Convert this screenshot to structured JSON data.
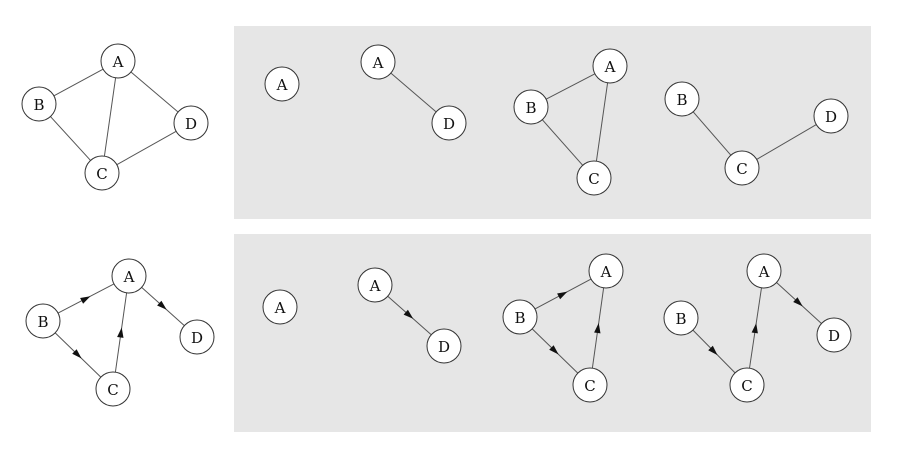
{
  "labels": {
    "A": "A",
    "B": "B",
    "C": "C",
    "D": "D"
  },
  "colors": {
    "panel": "#e6e6e6",
    "stroke": "#333333",
    "arrow": "#111111"
  },
  "undirected": {
    "main": {
      "nodes": [
        "A",
        "B",
        "C",
        "D"
      ],
      "edges": [
        [
          "A",
          "B"
        ],
        [
          "A",
          "C"
        ],
        [
          "A",
          "D"
        ],
        [
          "B",
          "C"
        ],
        [
          "C",
          "D"
        ]
      ]
    },
    "subgraphs": [
      {
        "nodes": [
          "A"
        ],
        "edges": []
      },
      {
        "nodes": [
          "A",
          "D"
        ],
        "edges": [
          [
            "A",
            "D"
          ]
        ]
      },
      {
        "nodes": [
          "A",
          "B",
          "C"
        ],
        "edges": [
          [
            "A",
            "B"
          ],
          [
            "A",
            "C"
          ],
          [
            "B",
            "C"
          ]
        ]
      },
      {
        "nodes": [
          "B",
          "C",
          "D"
        ],
        "edges": [
          [
            "B",
            "C"
          ],
          [
            "C",
            "D"
          ]
        ]
      }
    ]
  },
  "directed": {
    "main": {
      "nodes": [
        "A",
        "B",
        "C",
        "D"
      ],
      "edges": [
        [
          "B",
          "A"
        ],
        [
          "A",
          "D"
        ],
        [
          "B",
          "C"
        ],
        [
          "C",
          "A"
        ]
      ]
    },
    "subgraphs": [
      {
        "nodes": [
          "A"
        ],
        "edges": []
      },
      {
        "nodes": [
          "A",
          "D"
        ],
        "edges": [
          [
            "A",
            "D"
          ]
        ]
      },
      {
        "nodes": [
          "A",
          "B",
          "C"
        ],
        "edges": [
          [
            "B",
            "A"
          ],
          [
            "B",
            "C"
          ],
          [
            "C",
            "A"
          ]
        ]
      },
      {
        "nodes": [
          "A",
          "B",
          "C",
          "D"
        ],
        "edges": [
          [
            "B",
            "C"
          ],
          [
            "C",
            "A"
          ],
          [
            "A",
            "D"
          ]
        ]
      }
    ]
  }
}
